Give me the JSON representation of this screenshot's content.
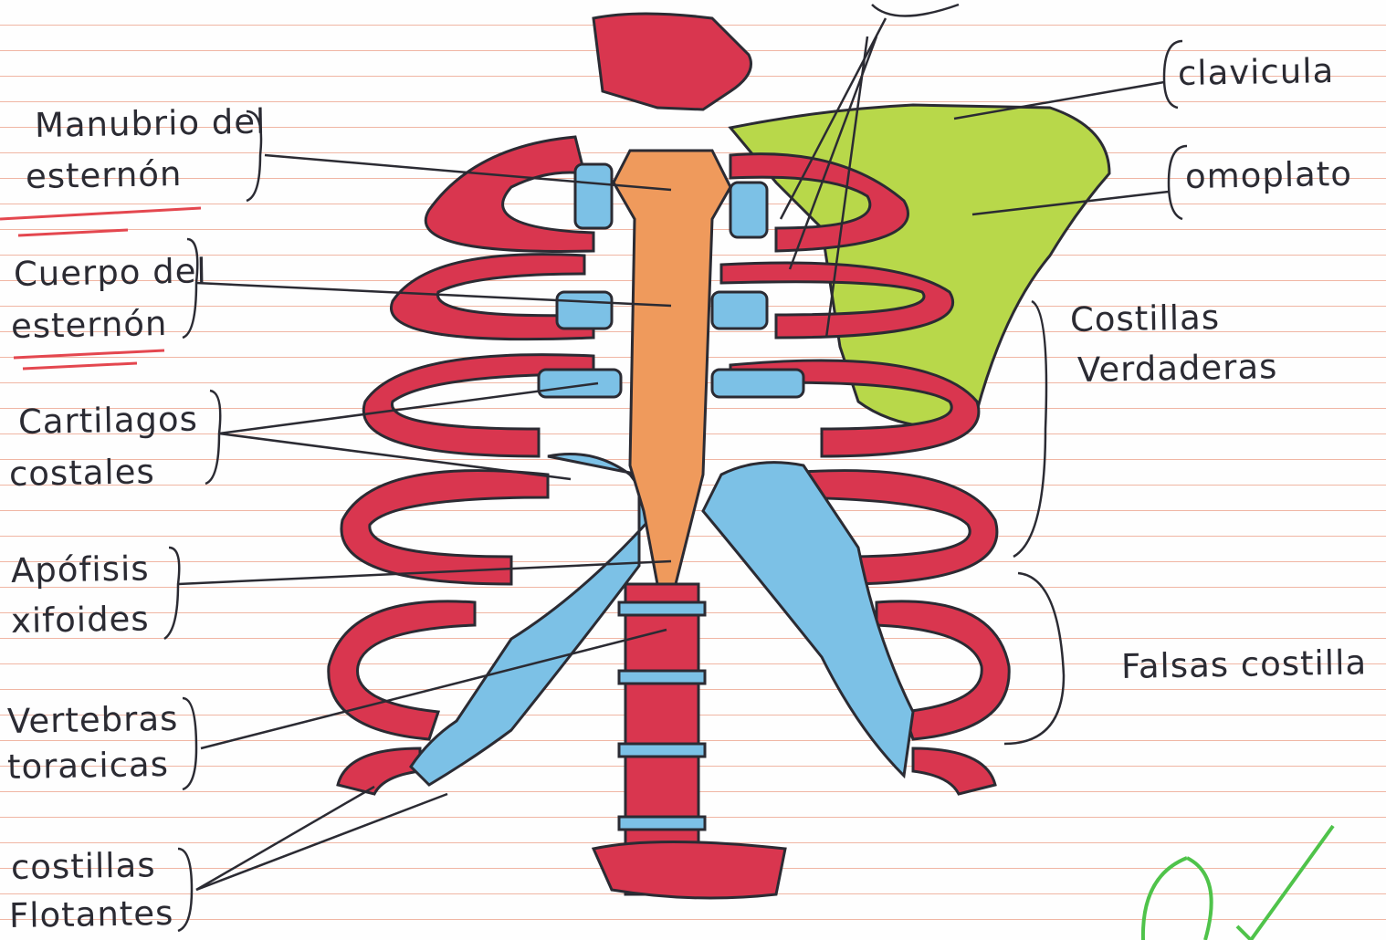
{
  "labels": {
    "manubrio_l1": "Manubrio del",
    "manubrio_l2": "esternón",
    "cuerpo_l1": "Cuerpo del",
    "cuerpo_l2": "esternón",
    "cartilagos_l1": "Cartilagos",
    "cartilagos_l2": "costales",
    "apofisis_l1": "Apófisis",
    "apofisis_l2": "xifoides",
    "vertebras_l1": "Vertebras",
    "vertebras_l2": "toracicas",
    "flotantes_l1": "costillas",
    "flotantes_l2": "Flotantes",
    "clavicula": "clavicula",
    "omoplato": "omoplato",
    "verdaderas_l1": "Costillas",
    "verdaderas_l2": "Verdaderas",
    "falsas": "Falsas costilla"
  },
  "colors": {
    "bone": "#d9364f",
    "cartilage": "#7cc1e6",
    "sternum": "#ef9a5c",
    "scapula": "#b8d84a",
    "ink": "#2b2b33",
    "grade_mark": "#4fc34a"
  }
}
